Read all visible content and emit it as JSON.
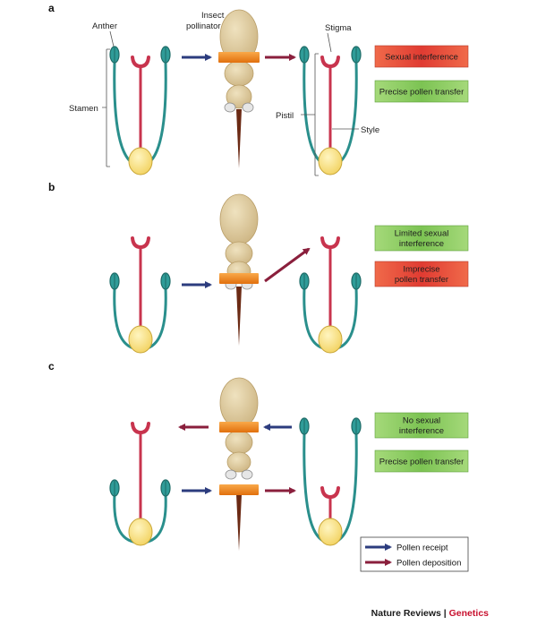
{
  "panels": {
    "a": {
      "letter": "a",
      "labels": {
        "anther": "Anther",
        "insect_line1": "Insect",
        "insect_line2": "pollinator",
        "stamen": "Stamen",
        "stigma": "Stigma",
        "pistil": "Pistil",
        "style": "Style"
      },
      "boxes": [
        {
          "lines": [
            "Sexual interference"
          ],
          "kind": "red"
        },
        {
          "lines": [
            "Precise pollen transfer"
          ],
          "kind": "green"
        }
      ]
    },
    "b": {
      "letter": "b",
      "boxes": [
        {
          "lines": [
            "Limited sexual",
            "interference"
          ],
          "kind": "green"
        },
        {
          "lines": [
            "Imprecise",
            "pollen transfer"
          ],
          "kind": "red"
        }
      ]
    },
    "c": {
      "letter": "c",
      "boxes": [
        {
          "lines": [
            "No sexual",
            "interference"
          ],
          "kind": "green"
        },
        {
          "lines": [
            "Precise pollen transfer"
          ],
          "kind": "green"
        }
      ]
    }
  },
  "legend": {
    "receipt": "Pollen receipt",
    "deposition": "Pollen deposition"
  },
  "credit": {
    "journal": "Nature Reviews",
    "separator": " | ",
    "section": "Genetics"
  },
  "colors": {
    "stamen_teal": "#2a8f8c",
    "anther_teal": "#1f7a74",
    "pistil_red": "#c8344e",
    "ovary_yellow": "#f7df7a",
    "insect_tan": "#d8c59a",
    "pollen_band_orange": "#f0861e",
    "receipt_arrow_navy": "#2c3c7e",
    "deposition_arrow_maroon": "#8a1f3c",
    "box_red": "#e2473a",
    "box_green": "#86c55e"
  }
}
